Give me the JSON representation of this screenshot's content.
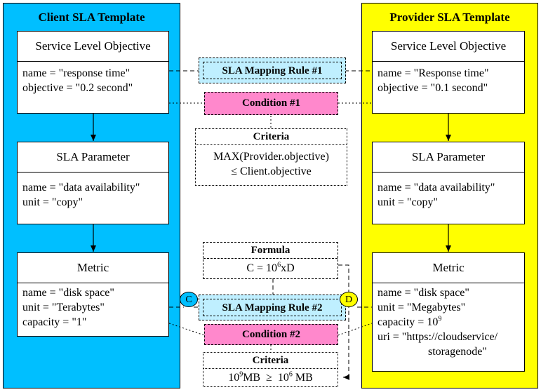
{
  "client": {
    "title": "Client SLA Template",
    "color": "#00BFFF",
    "slo": {
      "header": "Service Level Objective",
      "line1": "name = \"response time\"",
      "line2": "objective = \"0.2 second\""
    },
    "param": {
      "header": "SLA Parameter",
      "line1": "name = \"data availability\"",
      "line2": "unit = \"copy\""
    },
    "metric": {
      "header": "Metric",
      "line1": "name = \"disk space\"",
      "line2": "unit = \"Terabytes\"",
      "line3": "capacity = \"1\""
    }
  },
  "provider": {
    "title": "Provider SLA Template",
    "color": "#FFFF00",
    "slo": {
      "header": "Service Level Objective",
      "line1": "name = \"Response time\"",
      "line2": "objective = \"0.1 second\""
    },
    "param": {
      "header": "SLA Parameter",
      "line1": "name = \"data availability\"",
      "line2": "unit = \"copy\""
    },
    "metric": {
      "header": "Metric",
      "line1": "name = \"disk space\"",
      "line2": "unit = \"Megabytes\"",
      "line3_prefix": "capacity = 10",
      "line3_exp": "9",
      "line4": "uri = \"https://cloudservice/",
      "line5": "storagenode\""
    }
  },
  "middle": {
    "rule1": "SLA Mapping Rule #1",
    "cond1": "Condition #1",
    "criteria1": {
      "title": "Criteria",
      "line1": "MAX(Provider.objective)",
      "line2": "≤ Client.objective"
    },
    "formula": {
      "title": "Formula",
      "prefix": "C = 10",
      "exp": "6",
      "suffix": "xD"
    },
    "rule2": "SLA Mapping Rule #2",
    "cond2": "Condition #2",
    "criteria2": {
      "title": "Criteria",
      "a_prefix": "10",
      "a_exp": "9",
      "a_unit": "MB",
      "op": "≥",
      "b_prefix": "10",
      "b_exp": "6",
      "b_unit": "MB"
    },
    "circle_c": "C",
    "circle_d": "D"
  },
  "colors": {
    "rule_fill": "#BFEFFF",
    "condition_fill": "#FF88CC"
  }
}
